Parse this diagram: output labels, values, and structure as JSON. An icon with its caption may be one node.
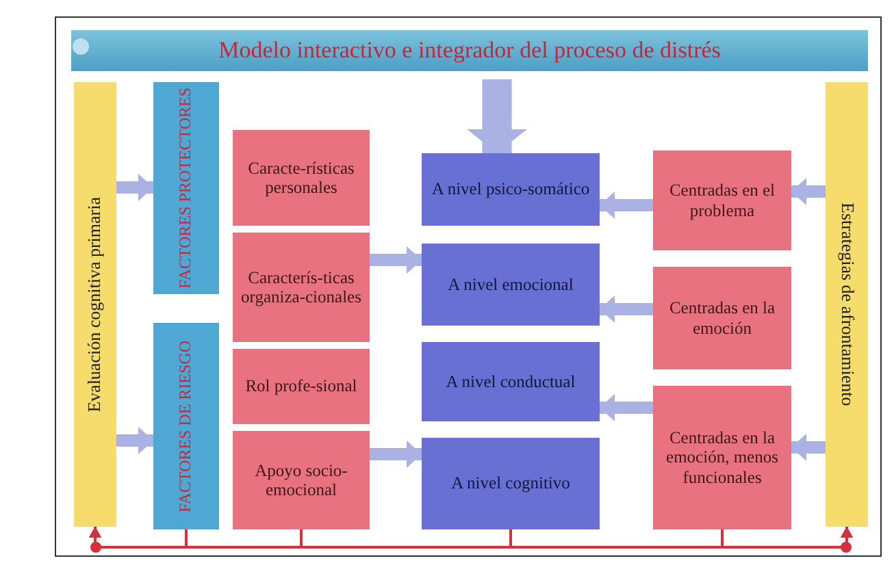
{
  "diagram": {
    "title": "Modelo interactivo e integrador del proceso de distrés",
    "nodes": [
      {
        "text": [
          "Evaluación cognitiva primaria"
        ]
      },
      {
        "text": [
          "FACTORES PROTECTORES"
        ]
      },
      {
        "text": [
          "FACTORES DE RIESGO"
        ]
      },
      {
        "text": [
          "Caracte-rísticas personales"
        ]
      },
      {
        "text": [
          "Caracterís-ticas organiza-cionales"
        ]
      },
      {
        "text": [
          "Rol profe-sional"
        ]
      },
      {
        "text": [
          "Apoyo socio-emocional"
        ]
      },
      {
        "text": [
          "A nivel psico-somático"
        ]
      },
      {
        "text": [
          "A nivel emocional"
        ]
      },
      {
        "text": [
          "A nivel conductual"
        ]
      },
      {
        "text": [
          "A nivel cognitivo"
        ]
      },
      {
        "text": [
          "Centradas en el problema"
        ]
      },
      {
        "text": [
          "Centradas en la emoción"
        ]
      },
      {
        "text": [
          "Centradas en la emoción, menos funcionales"
        ]
      },
      {
        "text": [
          "Estrategias de afrontamiento"
        ]
      }
    ],
    "edges": [
      {
        "from": 0,
        "to": 1,
        "arrow": "to"
      },
      {
        "from": 0,
        "to": 2,
        "arrow": "to"
      },
      {
        "from": 4,
        "to": 8,
        "arrow": "to"
      },
      {
        "from": 6,
        "to": 10,
        "arrow": "to"
      },
      {
        "from": 11,
        "to": 7,
        "arrow": "to"
      },
      {
        "from": 12,
        "to": 8,
        "arrow": "to"
      },
      {
        "from": 13,
        "to": 9,
        "arrow": "to"
      },
      {
        "from": 14,
        "to": 11,
        "arrow": "to"
      },
      {
        "from": 14,
        "to": 13,
        "arrow": "to"
      },
      {
        "from": null,
        "to": 7,
        "arrow": "to",
        "style": "thick"
      },
      {
        "from": 2,
        "to": 0,
        "arrow": "to",
        "color": "#d5303c"
      },
      {
        "from": 6,
        "to": 0,
        "arrow": "to",
        "color": "#d5303c"
      },
      {
        "from": 10,
        "to": 0,
        "arrow": "to",
        "color": "#d5303c"
      },
      {
        "from": 13,
        "to": 0,
        "arrow": "to",
        "color": "#d5303c"
      },
      {
        "from": 2,
        "to": 14,
        "arrow": "to",
        "color": "#d5303c"
      },
      {
        "from": 6,
        "to": 14,
        "arrow": "to",
        "color": "#d5303c"
      },
      {
        "from": 10,
        "to": 14,
        "arrow": "to",
        "color": "#d5303c"
      },
      {
        "from": 13,
        "to": 14,
        "arrow": "to",
        "color": "#d5303c"
      }
    ]
  }
}
